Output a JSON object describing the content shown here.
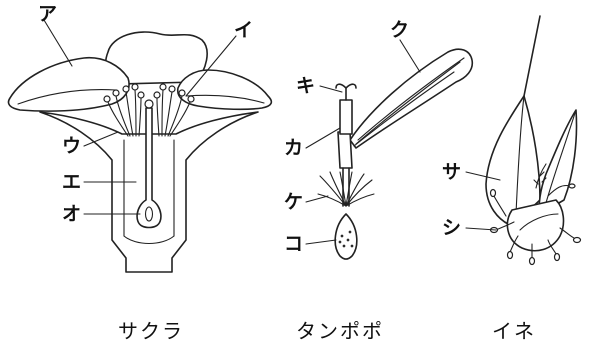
{
  "labels": {
    "a": "ア",
    "i": "イ",
    "u": "ウ",
    "e": "エ",
    "o": "オ",
    "ka": "カ",
    "ki": "キ",
    "ku": "ク",
    "ke": "ケ",
    "ko": "コ",
    "sa": "サ",
    "shi": "シ"
  },
  "captions": {
    "sakura": "サクラ",
    "tanpopo": "タンポポ",
    "ine": "イネ"
  }
}
